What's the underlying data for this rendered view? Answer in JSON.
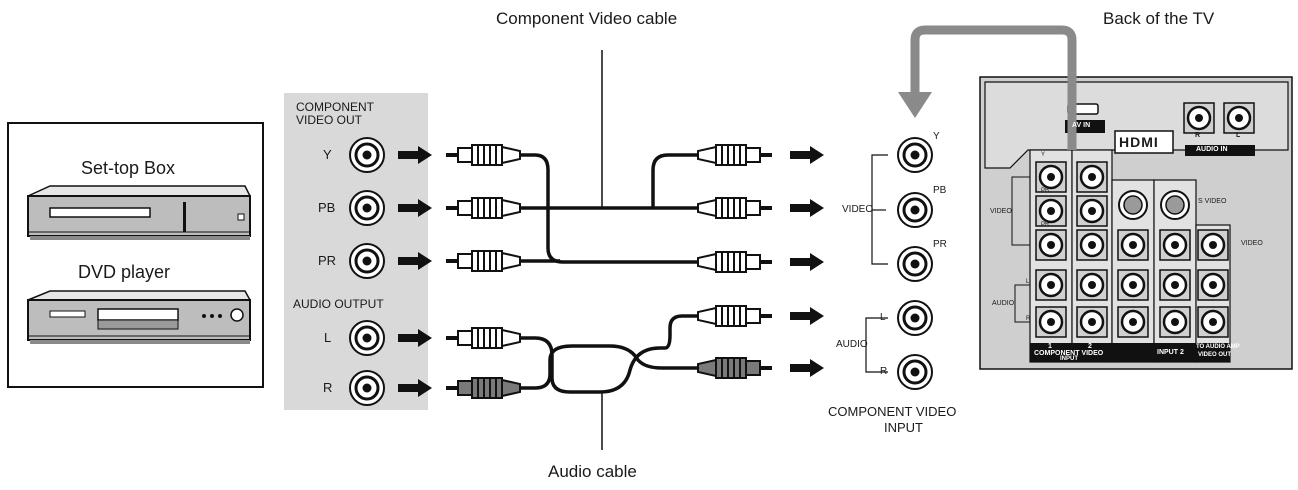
{
  "labels": {
    "component_video_cable": "Component Video cable",
    "audio_cable": "Audio cable",
    "back_of_tv": "Back of the TV",
    "set_top_box": "Set-top Box",
    "dvd_player": "DVD player",
    "component_video_out": [
      "COMPONENT",
      "VIDEO OUT"
    ],
    "audio_output": "AUDIO OUTPUT",
    "source_jacks": [
      "Y",
      "PB",
      "PR",
      "L",
      "R"
    ],
    "video": "VIDEO",
    "audio": "AUDIO",
    "tv_video_jacks": [
      "Y",
      "PB",
      "PR"
    ],
    "tv_audio_jacks": [
      "L",
      "R"
    ],
    "component_video_input": [
      "COMPONENT VIDEO",
      "INPUT"
    ]
  },
  "tv_panel": {
    "av_in": "AV IN",
    "hdmi": "HDMI",
    "audio_in": "AUDIO IN",
    "audio_in_jacks": [
      "R",
      "L"
    ],
    "video": "VIDEO",
    "audio": "AUDIO",
    "s_video": "S VIDEO",
    "video_right": "VIDEO",
    "column_numbers": [
      "1",
      "2"
    ],
    "component_video_input": [
      "COMPONENT VIDEO",
      "INPUT"
    ],
    "input_2": "INPUT 2",
    "to_audio_amp": "TO AUDIO AMP",
    "video_out": "VIDEO OUT",
    "jack_labels_col1": [
      "Y",
      "PB",
      "PR",
      "L",
      "R"
    ]
  },
  "colors": {
    "panel_gray": "#d9d9d9",
    "tv_gray": "#cfcfcf",
    "line": "#111111",
    "arrow_gray": "#8a8a8a",
    "dark_plug": "#7a7a7a"
  }
}
